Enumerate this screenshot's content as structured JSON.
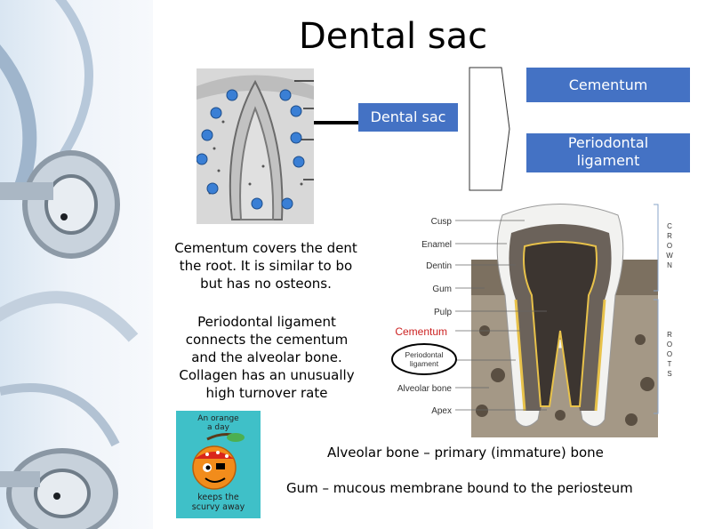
{
  "slide": {
    "title": "Dental sac",
    "boxes": {
      "cementum": "Cementum",
      "dental_sac": "Dental sac",
      "periodontal_ligament": "Periodontal ligament"
    },
    "text": {
      "cementum_desc_line1": "Cementum covers the dent",
      "cementum_desc_line2": "the root. It is similar to bo",
      "cementum_desc_line3": "but has no osteons.",
      "pdl_desc_line1": "Periodontal ligament",
      "pdl_desc_line2": "connects the cementum",
      "pdl_desc_line3": "and the alveolar bone.",
      "pdl_desc_line4": "Collagen has an unusually",
      "pdl_desc_line5": "high turnover rate",
      "alveolar_bone": "Alveolar bone – primary (immature) bone",
      "gum": "Gum – mucous membrane bound to the periosteum"
    },
    "tooth_diagram": {
      "labels": [
        "Cusp",
        "Enamel",
        "Dentin",
        "Gum",
        "Pulp",
        "Cementum",
        "Periodontal ligament",
        "Alveolar bone",
        "Apex"
      ],
      "crown_letters": [
        "C",
        "R",
        "O",
        "W",
        "N"
      ],
      "root_letters": [
        "R",
        "O",
        "O",
        "T",
        "S"
      ],
      "highlight_color": "#cc2222"
    },
    "poster": {
      "line1": "An orange",
      "line2": "a day",
      "line3": "keeps the",
      "line4": "scurvy away",
      "background": "#3fc0c8"
    }
  }
}
